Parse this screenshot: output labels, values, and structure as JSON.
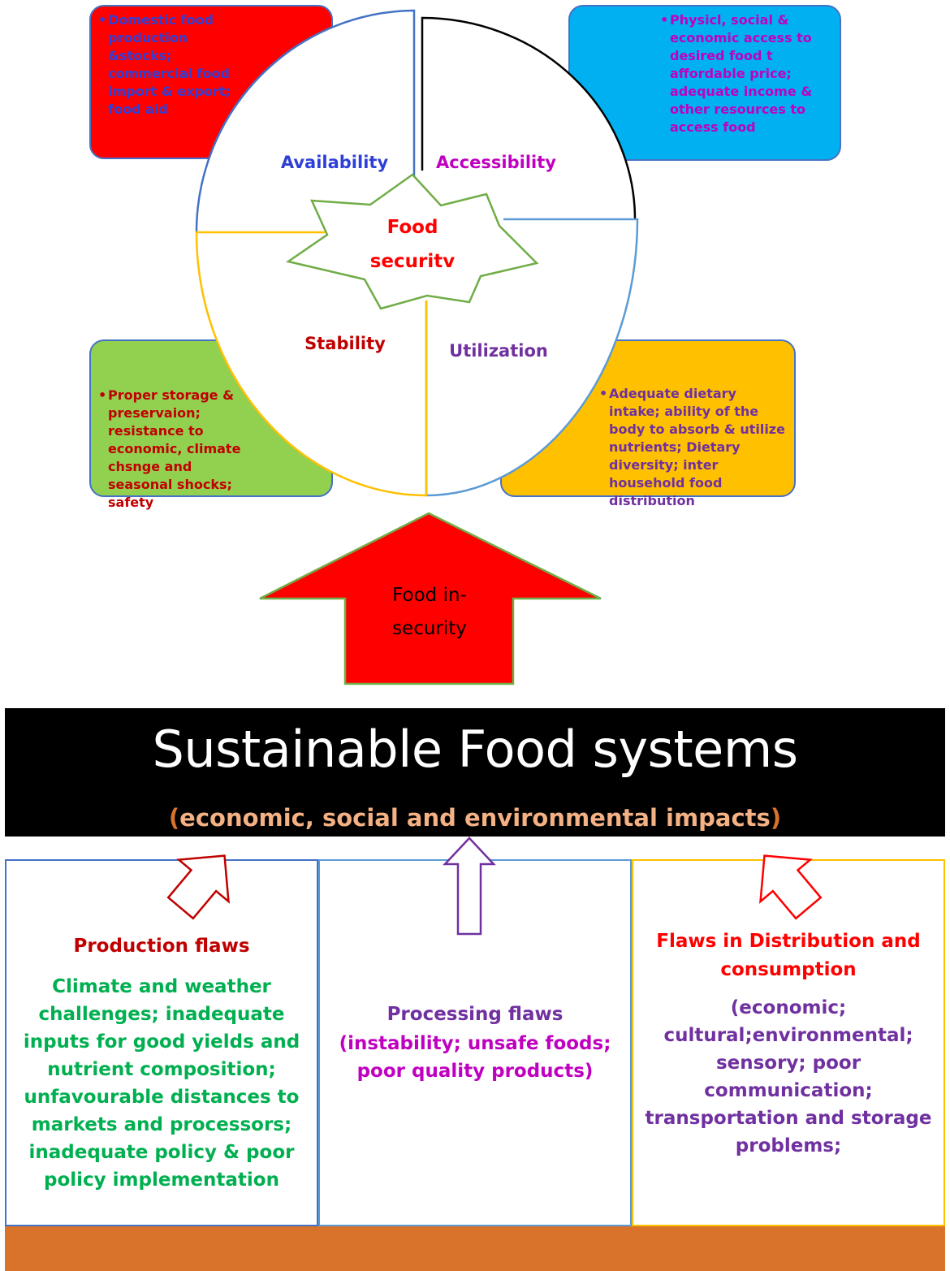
{
  "colors": {
    "availability_box": "#ff0000",
    "accessibility_box": "#00b0f0",
    "stability_box": "#92d050",
    "utilization_box": "#ffc000",
    "arrow_fill": "#ff0000",
    "banner_bg": "#000000",
    "banner_sub": "#f4b183",
    "footer_bar": "#d9722a"
  },
  "boxes": {
    "availability": "Domestic food production &stocks; commercial food import & export; food aid",
    "accessibility": "Physicl, social & economic access to desired food t affordable price; adequate income & other resources to access food",
    "stability": "Proper storage & preservaion; resistance to economic, climate chsnge and seasonal shocks; safety",
    "utilization": "Adequate dietary intake; ability of the body to absorb & utilize nutrients; Dietary diversity; inter household food distribution"
  },
  "pillars": {
    "availability": "Availability",
    "accessibility": "Accessibility",
    "stability": "Stability",
    "utilization": "Utilization"
  },
  "center": {
    "line1": "Food",
    "line2": "securitv"
  },
  "arrow": {
    "line1": "Food in-",
    "line2": "security"
  },
  "banner": {
    "title": "Sustainable Food systems",
    "paren_open": "(",
    "subtitle": "economic, social and environmental impacts",
    "paren_close": ")"
  },
  "panels": {
    "production": {
      "title": "Production flaws",
      "body": [
        "Climate and weather",
        "challenges; inadequate",
        "inputs for good yields and",
        "nutrient composition;",
        "unfavourable distances to",
        "markets and processors;",
        "inadequate policy & poor",
        "policy implementation"
      ]
    },
    "processing": {
      "title": "Processing flaws",
      "body": [
        "(instability; unsafe foods;",
        "poor quality products)"
      ]
    },
    "distribution": {
      "title": [
        "Flaws in Distribution and",
        "consumption"
      ],
      "body": [
        "(economic;",
        "cultural;environmental;",
        "sensory; poor",
        "communication;",
        "transportation and storage",
        "problems;"
      ]
    }
  }
}
